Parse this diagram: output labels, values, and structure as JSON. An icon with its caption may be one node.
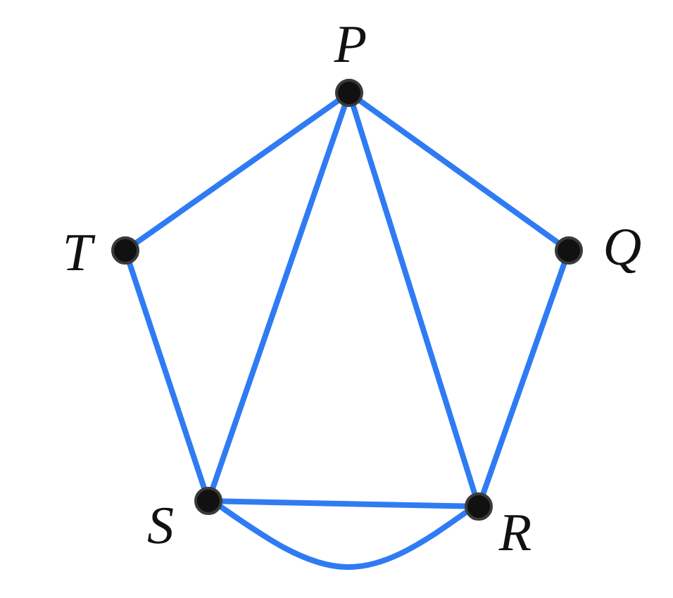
{
  "diagram": {
    "nodes": [
      {
        "text": [],
        "shape": "circle",
        "beside": [
          "P"
        ]
      },
      {
        "text": [],
        "shape": "circle",
        "beside": [
          "T"
        ]
      },
      {
        "text": [],
        "shape": "circle",
        "beside": [
          "Q"
        ]
      },
      {
        "text": [],
        "shape": "circle",
        "beside": [
          "S"
        ]
      },
      {
        "text": [],
        "shape": "circle",
        "beside": [
          "R"
        ]
      }
    ],
    "edges": [
      {
        "from": 0,
        "to": 1,
        "arrow": "none"
      },
      {
        "from": 0,
        "to": 2,
        "arrow": "none"
      },
      {
        "from": 0,
        "to": 3,
        "arrow": "none"
      },
      {
        "from": 0,
        "to": 4,
        "arrow": "none"
      },
      {
        "from": 1,
        "to": 3,
        "arrow": "none"
      },
      {
        "from": 2,
        "to": 4,
        "arrow": "none"
      },
      {
        "from": 3,
        "to": 4,
        "arrow": "none"
      },
      {
        "from": 3,
        "to": 4,
        "arrow": "none"
      }
    ]
  }
}
